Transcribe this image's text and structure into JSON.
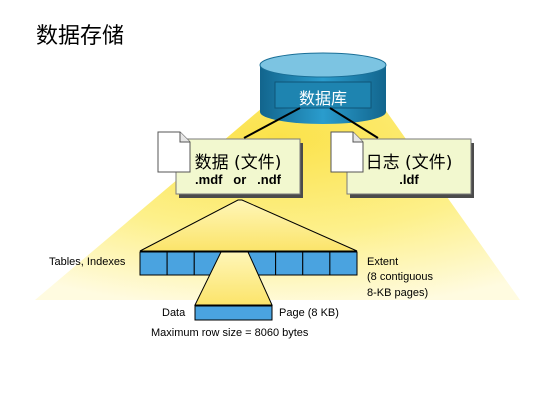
{
  "title": "数据存储",
  "database": {
    "label": "数据库"
  },
  "data_file": {
    "title": "数据 (文件)",
    "ext": ".mdf   or   .ndf"
  },
  "log_file": {
    "title": "日志 (文件)",
    "ext": ".ldf"
  },
  "labels": {
    "tables_indexes": "Tables, Indexes",
    "extent_line1": "Extent",
    "extent_line2": "(8 contiguous",
    "extent_line3": "8-KB pages)",
    "data": "Data",
    "page": "Page (8 KB)",
    "max_row": "Maximum  row size = 8060 bytes"
  },
  "extent_cells": 8,
  "colors": {
    "db_blue": "#1e84b0",
    "db_top": "#6ab7d8",
    "box_fill": "#f2f8cf",
    "cell_fill": "#4aa3e0",
    "light_fill": "#fdf4a8"
  }
}
